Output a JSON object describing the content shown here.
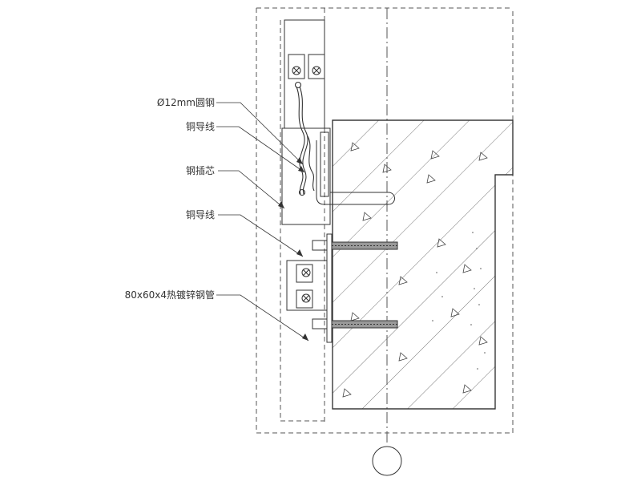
{
  "annotations": {
    "round_steel": "Ø12mm圆钢",
    "copper_wire_1": "铜导线",
    "steel_core": "钢插芯",
    "copper_wire_2": "铜导线",
    "steel_tube": "80x60x4热镀锌钢管"
  },
  "colors": {
    "line": "#333333",
    "background": "#ffffff"
  }
}
